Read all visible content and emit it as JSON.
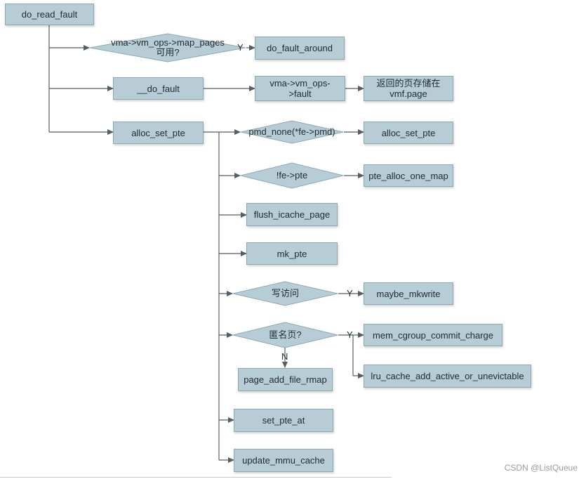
{
  "nodes": {
    "do_read_fault": "do_read_fault",
    "map_pages_line1": "vma->vm_ops->map_pages",
    "map_pages_line2": "可用?",
    "do_fault_around": "do_fault_around",
    "__do_fault": "__do_fault",
    "vm_ops_fault_line1": "vma->vm_ops-",
    "vm_ops_fault_line2": ">fault",
    "return_page_line1": "返回的页存储在",
    "return_page_line2": "vmf.page",
    "alloc_set_pte": "alloc_set_pte",
    "pmd_none": "pmd_none(*fe->pmd)",
    "alloc_set_pte_2": "alloc_set_pte",
    "fe_pte": "!fe->pte",
    "pte_alloc_one_map": "pte_alloc_one_map",
    "flush_icache_page": "flush_icache_page",
    "mk_pte": "mk_pte",
    "write_access": "写访问",
    "maybe_mkwrite": "maybe_mkwrite",
    "anon_page": "匿名页?",
    "mem_cgroup_commit_charge": "mem_cgroup_commit_charge",
    "lru_cache_add": "lru_cache_add_active_or_unevictable",
    "page_add_file_rmap": "page_add_file_rmap",
    "set_pte_at": "set_pte_at",
    "update_mmu_cache": "update_mmu_cache"
  },
  "edge_labels": {
    "map_pages_yes": "Y",
    "write_yes": "Y",
    "anon_yes": "Y",
    "anon_no": "N"
  },
  "watermark": "CSDN @ListQueue",
  "colors": {
    "node_fill": "#b7cdd6",
    "node_border": "#8ea8b3",
    "edge": "#555f63"
  }
}
